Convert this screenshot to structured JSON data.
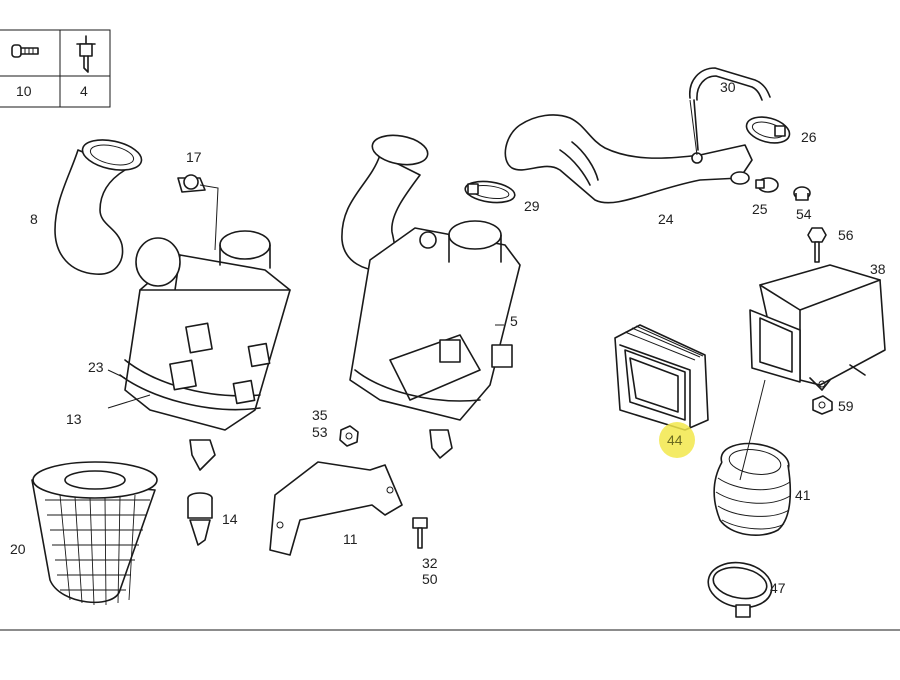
{
  "legend": {
    "items": [
      {
        "number": "10",
        "icon": "screw-icon"
      },
      {
        "number": "4",
        "icon": "valve-icon"
      }
    ]
  },
  "labels": {
    "p8": "8",
    "p17": "17",
    "p23": "23",
    "p13": "13",
    "p20": "20",
    "p14": "14",
    "p5": "5",
    "p29": "29",
    "p35": "35",
    "p53": "53",
    "p11": "11",
    "p32": "32",
    "p50": "50",
    "p30": "30",
    "p26": "26",
    "p24": "24",
    "p25": "25",
    "p54": "54",
    "p56": "56",
    "p38": "38",
    "p59": "59",
    "p44": "44",
    "p41": "41",
    "p47": "47"
  },
  "highlight": {
    "part": "44",
    "color": "#f2e84b",
    "text_color": "#6b6b20"
  }
}
